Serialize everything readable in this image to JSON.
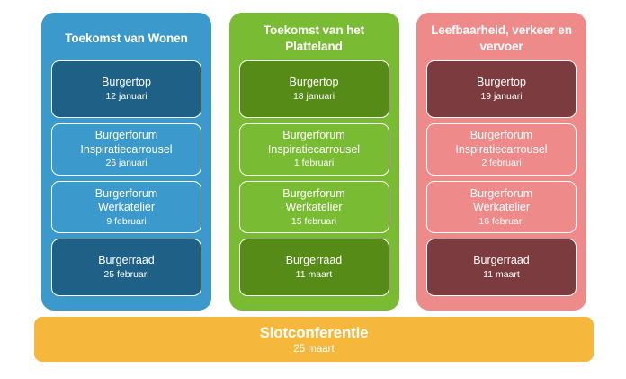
{
  "diagram": {
    "columns": [
      {
        "id": "toekomst-van-wonen",
        "title": "Toekomst van Wonen",
        "color": "#3c99cb",
        "accent_color": "#1f6186",
        "events": [
          {
            "name": "Burgertop",
            "subtitle": "",
            "date": "12 januari",
            "style": "solid"
          },
          {
            "name": "Burgerforum",
            "subtitle": "Inspiratiecarrousel",
            "date": "26 januari",
            "style": "hollow"
          },
          {
            "name": "Burgerforum",
            "subtitle": "Werkatelier",
            "date": "9 februari",
            "style": "hollow"
          },
          {
            "name": "Burgerraad",
            "subtitle": "",
            "date": "25 februari",
            "style": "solid"
          }
        ]
      },
      {
        "id": "toekomst-van-het-platteland",
        "title": "Toekomst van het Platteland",
        "color": "#79bc33",
        "accent_color": "#558b16",
        "events": [
          {
            "name": "Burgertop",
            "subtitle": "",
            "date": "18 januari",
            "style": "solid"
          },
          {
            "name": "Burgerforum",
            "subtitle": "Inspiratiecarrousel",
            "date": "1 februari",
            "style": "hollow"
          },
          {
            "name": "Burgerforum",
            "subtitle": "Werkatelier",
            "date": "15 februari",
            "style": "hollow"
          },
          {
            "name": "Burgerraad",
            "subtitle": "",
            "date": "11 maart",
            "style": "solid"
          }
        ]
      },
      {
        "id": "leefbaarheid-verkeer-en-vervoer",
        "title": "Leefbaarheid, verkeer en vervoer",
        "color": "#ef8a8a",
        "accent_color": "#7c3b3e",
        "events": [
          {
            "name": "Burgertop",
            "subtitle": "",
            "date": "19 januari",
            "style": "solid"
          },
          {
            "name": "Burgerforum",
            "subtitle": "Inspiratiecarrousel",
            "date": "2 februari",
            "style": "hollow"
          },
          {
            "name": "Burgerforum",
            "subtitle": "Werkatelier",
            "date": "16 februari",
            "style": "hollow"
          },
          {
            "name": "Burgerraad",
            "subtitle": "",
            "date": "11 maart",
            "style": "solid"
          }
        ]
      }
    ],
    "footer": {
      "title": "Slotconferentie",
      "date": "25 maart",
      "color": "#f5b83c"
    }
  }
}
